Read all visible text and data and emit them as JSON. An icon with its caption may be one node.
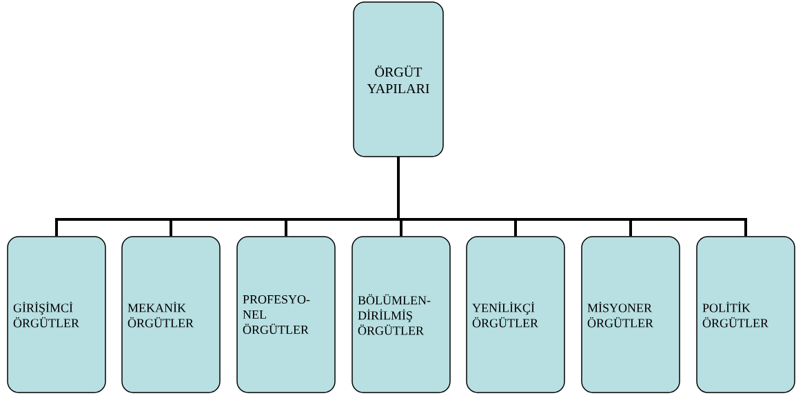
{
  "diagram": {
    "nodes": [
      {
        "text": [
          "ÖRGÜT YAPILARI"
        ]
      },
      {
        "text": [
          "GİRİŞİMCİ ÖRGÜTLER"
        ]
      },
      {
        "text": [
          "MEKANİK ÖRGÜTLER"
        ]
      },
      {
        "text": [
          "PROFESYO- NEL ÖRGÜTLER"
        ]
      },
      {
        "text": [
          "BÖLÜMLEN- DİRİLMİŞ ÖRGÜTLER"
        ]
      },
      {
        "text": [
          "YENİLİKÇİ ÖRGÜTLER"
        ]
      },
      {
        "text": [
          "MİSYONER ÖRGÜTLER"
        ]
      },
      {
        "text": [
          "POLİTİK ÖRGÜTLER"
        ]
      }
    ],
    "edges": [
      {
        "from": 0,
        "to": 1,
        "arrow": "none"
      },
      {
        "from": 0,
        "to": 2,
        "arrow": "none"
      },
      {
        "from": 0,
        "to": 3,
        "arrow": "none"
      },
      {
        "from": 0,
        "to": 4,
        "arrow": "none"
      },
      {
        "from": 0,
        "to": 5,
        "arrow": "none"
      },
      {
        "from": 0,
        "to": 6,
        "arrow": "none"
      },
      {
        "from": 0,
        "to": 7,
        "arrow": "none"
      }
    ]
  }
}
